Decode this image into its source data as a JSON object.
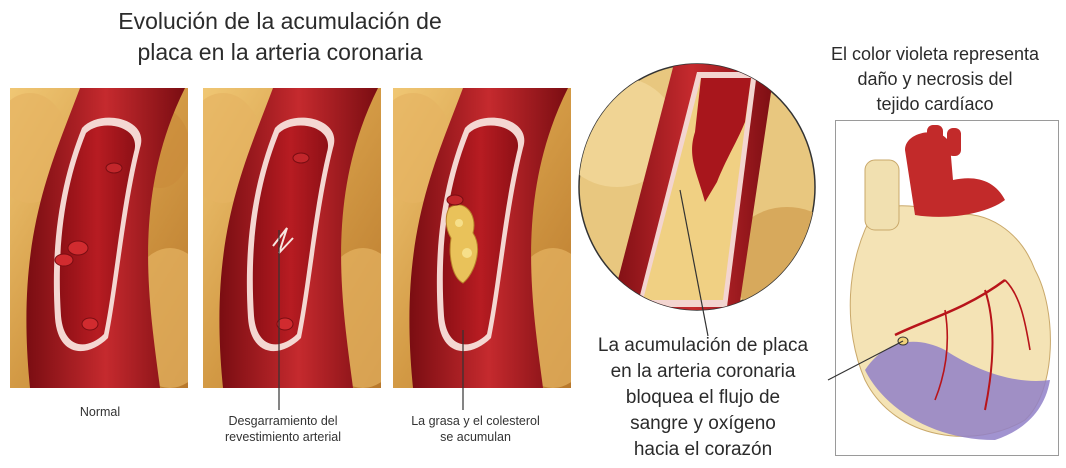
{
  "title_line1": "Evolución de la acumulación de",
  "title_line2": "placa en la arteria coronaria",
  "note_line1": "El color violeta representa",
  "note_line2": "daño y necrosis del",
  "note_line3": "tejido cardíaco",
  "stages": [
    {
      "line1": "Normal",
      "line2": ""
    },
    {
      "line1": "Desgarramiento del",
      "line2": "revestimiento arterial"
    },
    {
      "line1": "La grasa y el colesterol",
      "line2": "se acumulan"
    }
  ],
  "block_caption": {
    "line1": "La acumulación de placa",
    "line2": "en la arteria coronaria",
    "line3": "bloquea el flujo de",
    "line4": "sangre y oxígeno",
    "line5": "hacia el corazón"
  },
  "colors": {
    "artery": "#a8161c",
    "artery_wall": "#d6484a",
    "fat_tissue": "#d9a54f",
    "plaque": "#e9c25a",
    "necrosis": "#8a78c2"
  }
}
